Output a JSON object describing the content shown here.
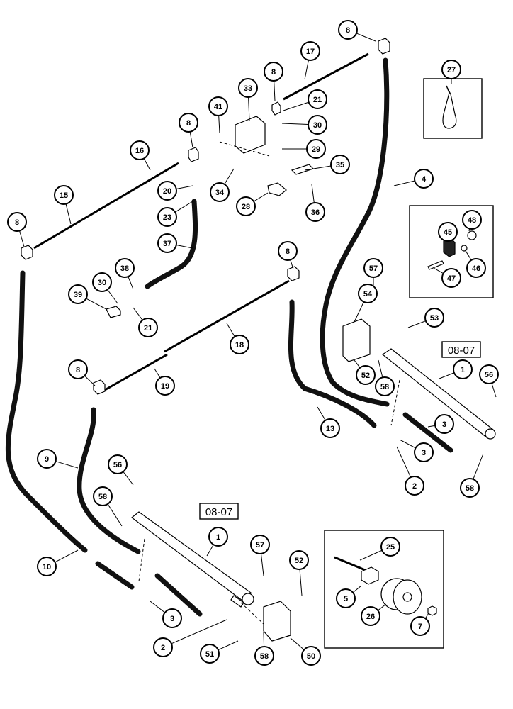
{
  "reference_labels": [
    "08-07",
    "08-07"
  ],
  "callouts": [
    "8",
    "17",
    "27",
    "8",
    "21",
    "30",
    "29",
    "41",
    "33",
    "35",
    "28",
    "36",
    "34",
    "8",
    "16",
    "20",
    "23",
    "37",
    "15",
    "8",
    "4",
    "48",
    "45",
    "46",
    "47",
    "57",
    "53",
    "54",
    "52",
    "58",
    "1",
    "56",
    "3",
    "3",
    "2",
    "58",
    "13",
    "8",
    "38",
    "30",
    "39",
    "21",
    "18",
    "19",
    "8",
    "9",
    "56",
    "58",
    "1",
    "10",
    "3",
    "2",
    "57",
    "52",
    "50",
    "58",
    "51",
    "25",
    "5",
    "26",
    "7"
  ]
}
